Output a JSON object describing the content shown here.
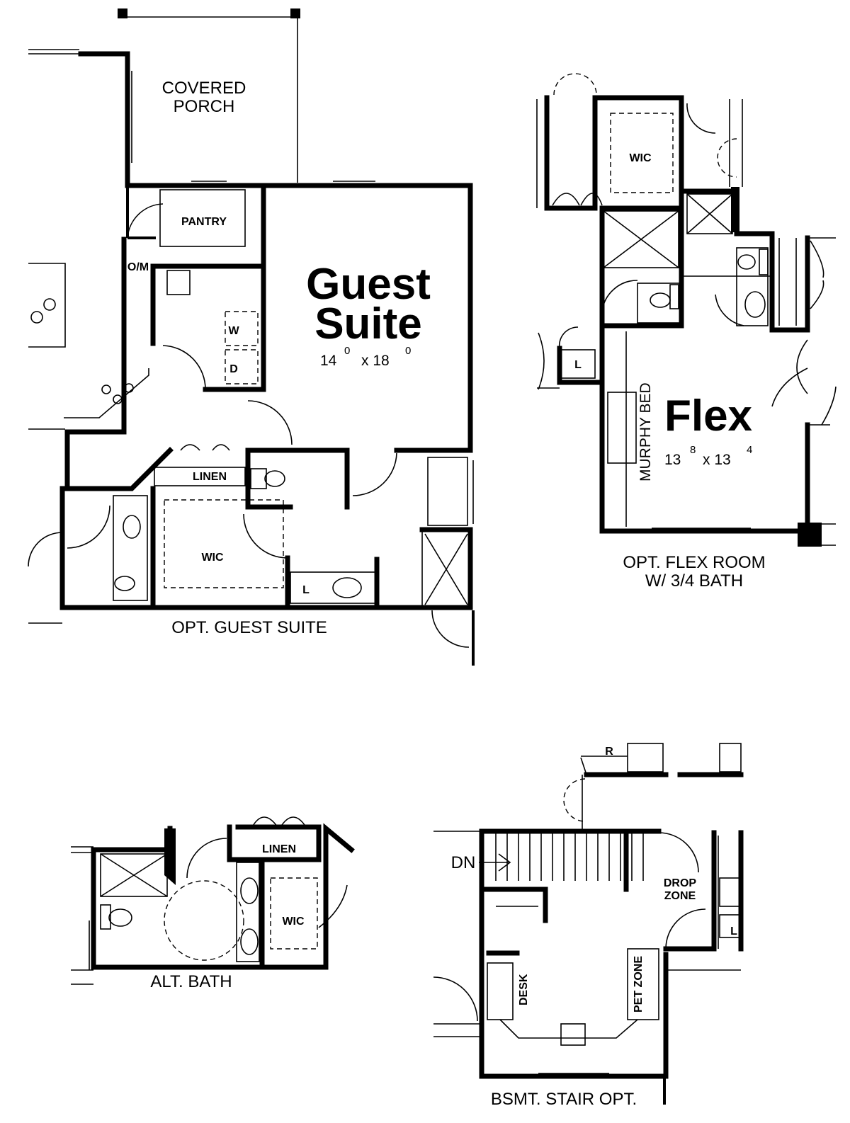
{
  "labels": {
    "covered_porch_1": "COVERED",
    "covered_porch_2": "PORCH",
    "pantry": "PANTRY",
    "om": "O/M",
    "washer": "W",
    "dryer": "D",
    "guest_1": "Guest",
    "guest_2": "Suite",
    "guest_dim_a": "14",
    "guest_dim_a_sup": "0",
    "guest_dim_b": "x 18",
    "guest_dim_b_sup": "0",
    "linen_guest": "LINEN",
    "wic_guest": "WIC",
    "l_guest": "L",
    "opt_guest_suite": "OPT. GUEST SUITE",
    "wic_flex": "WIC",
    "l_flex": "L",
    "flex": "Flex",
    "murphy_bed": "MURPHY BED",
    "flex_dim_a": "13",
    "flex_dim_a_sup": "8",
    "flex_dim_b": "x 13",
    "flex_dim_b_sup": "4",
    "opt_flex_1": "OPT. FLEX ROOM",
    "opt_flex_2": "W/ 3/4 BATH",
    "linen_alt": "LINEN",
    "wic_alt": "WIC",
    "alt_bath": "ALT. BATH",
    "r": "R",
    "dn": "DN",
    "drop_1": "DROP",
    "drop_2": "ZONE",
    "desk": "DESK",
    "pet_zone": "PET ZONE",
    "l_bsmt": "L",
    "bsmt_stair": "BSMT. STAIR OPT."
  }
}
